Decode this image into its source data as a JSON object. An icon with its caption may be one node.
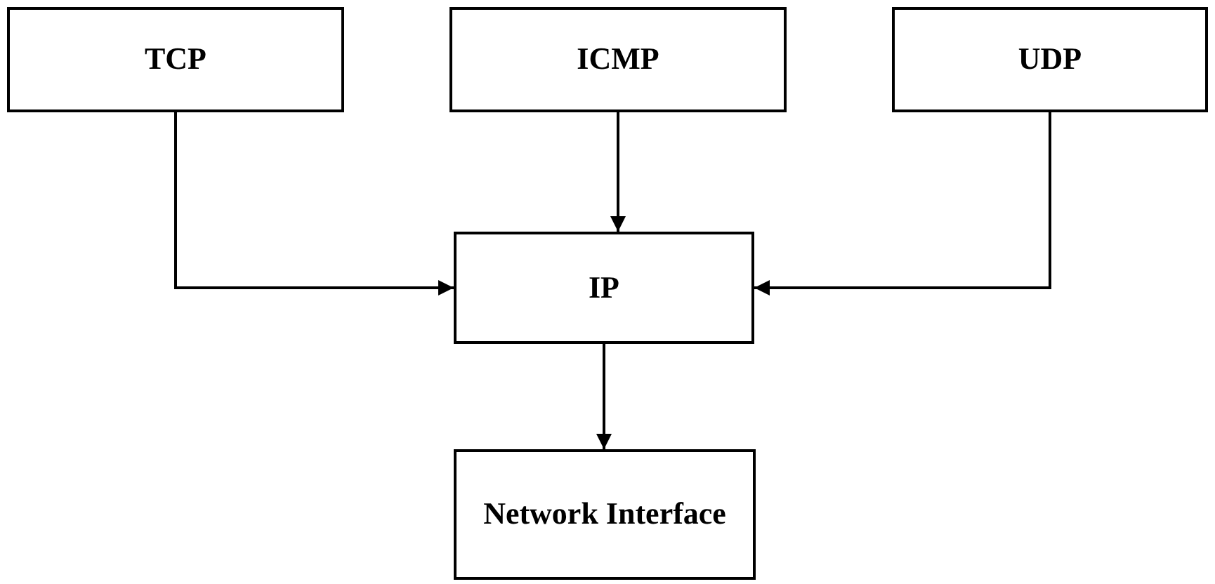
{
  "diagram": {
    "nodes": [
      {
        "text": [
          "TCP"
        ]
      },
      {
        "text": [
          "ICMP"
        ]
      },
      {
        "text": [
          "UDP"
        ]
      },
      {
        "text": [
          "IP"
        ]
      },
      {
        "text": [
          "Network Interface"
        ]
      }
    ],
    "edges": [
      {
        "from": 0,
        "to": 3,
        "arrow": "to"
      },
      {
        "from": 1,
        "to": 3,
        "arrow": "to"
      },
      {
        "from": 2,
        "to": 3,
        "arrow": "to"
      },
      {
        "from": 3,
        "to": 4,
        "arrow": "to"
      }
    ]
  }
}
